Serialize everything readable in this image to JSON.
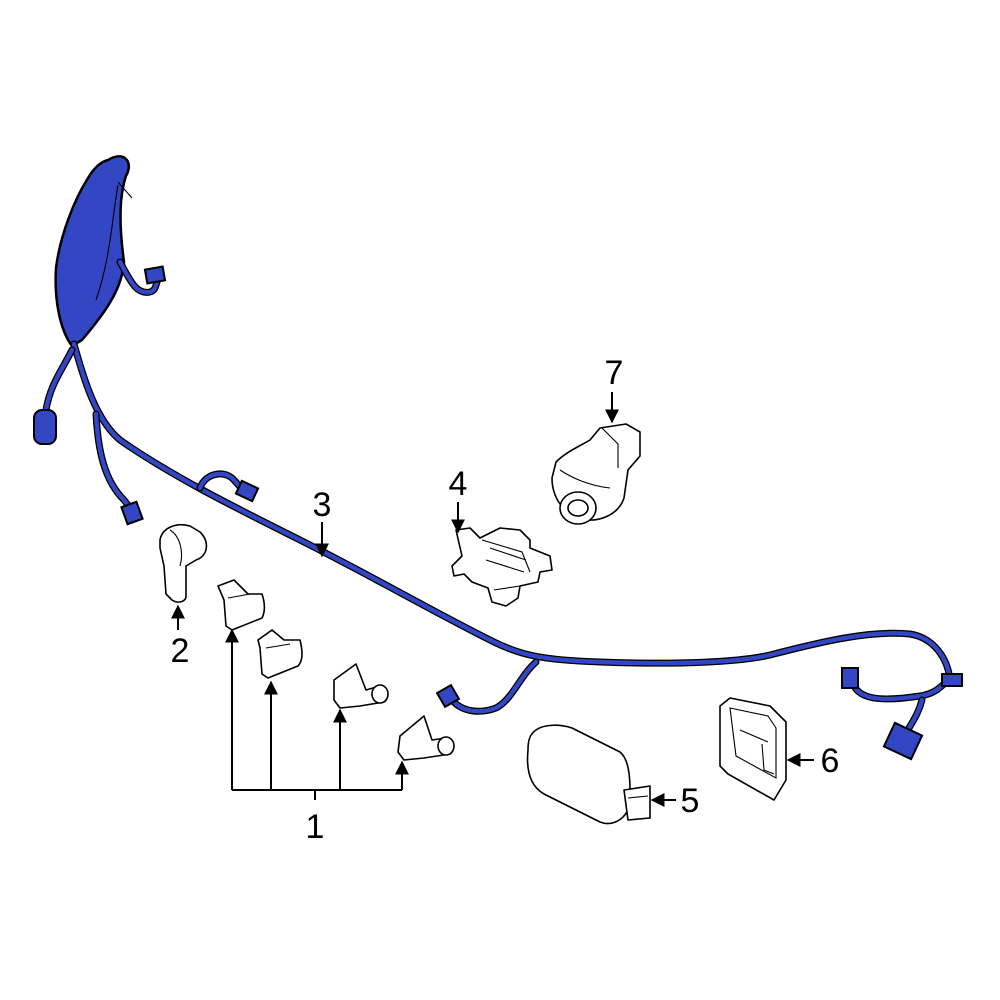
{
  "colors": {
    "highlight": "#3347c4",
    "outline": "#000000",
    "background": "#ffffff"
  },
  "callouts": [
    {
      "id": "1",
      "label": "1"
    },
    {
      "id": "2",
      "label": "2"
    },
    {
      "id": "3",
      "label": "3"
    },
    {
      "id": "4",
      "label": "4"
    },
    {
      "id": "5",
      "label": "5"
    },
    {
      "id": "6",
      "label": "6"
    },
    {
      "id": "7",
      "label": "7"
    }
  ]
}
